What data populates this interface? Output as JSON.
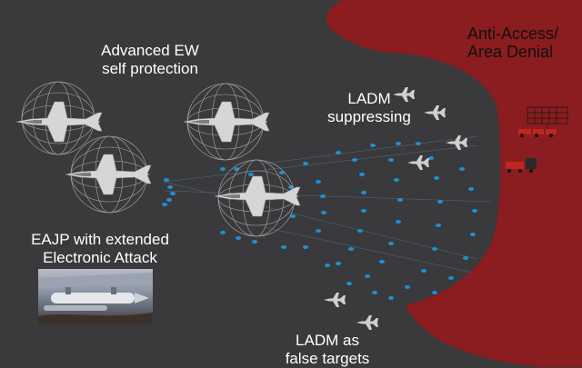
{
  "labels": {
    "advanced_ew": [
      "Advanced EW",
      "self protection"
    ],
    "eajp": [
      "EAJP with extended",
      "Electronic Attack"
    ],
    "ladm_suppressing": [
      "LADM",
      "suppressing"
    ],
    "ladm_false": [
      "LADM as",
      "false targets"
    ],
    "a2ad": [
      "Anti-Access/",
      "Area Denial"
    ]
  },
  "icons": {
    "fighter": "fighter-jet-icon",
    "decoy": "decoy-drone-icon",
    "radar": "radar-array-icon",
    "launcher": "missile-launcher-icon"
  },
  "colors": {
    "background": "#3a3a3c",
    "threat_zone": "#8b1c1f",
    "radar_pulse": "#1e90d6",
    "decoy": "#c8c8c8",
    "fighter": "#d6d6d6"
  }
}
